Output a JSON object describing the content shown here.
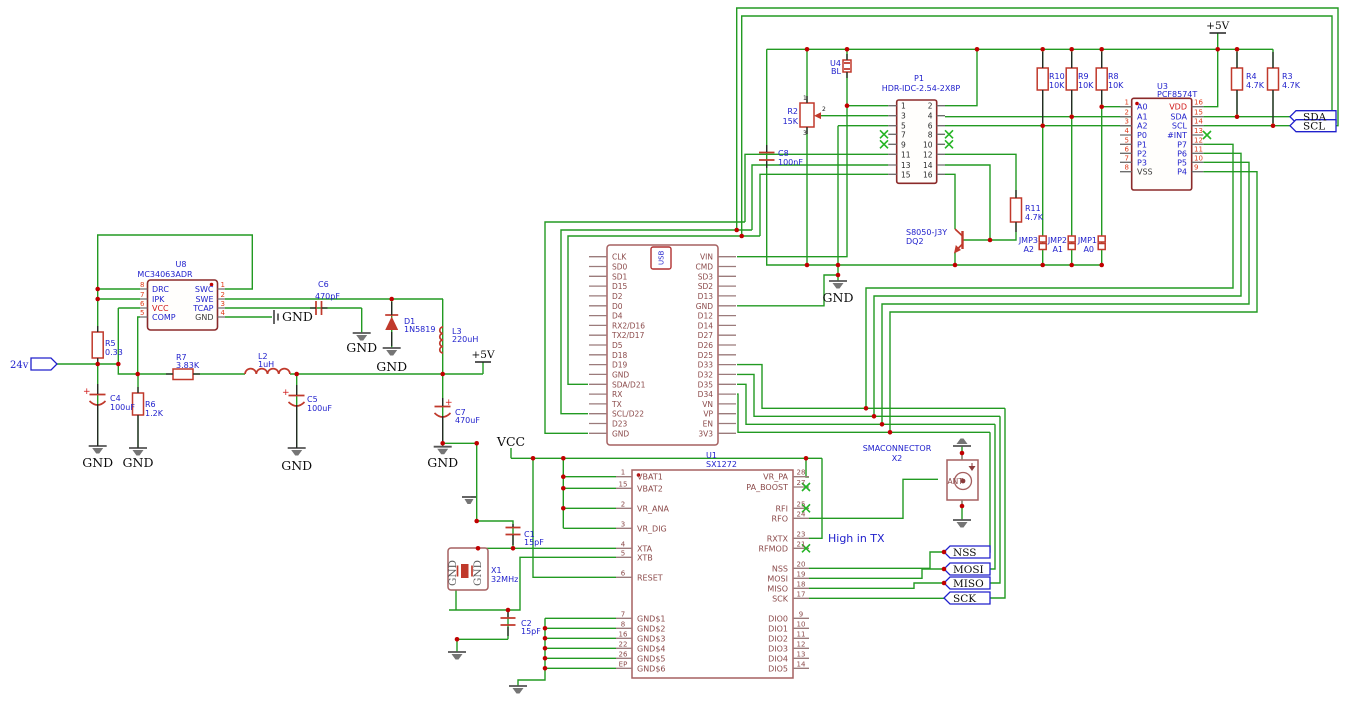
{
  "colors": {
    "wire": "#229a22",
    "junction": "#c00000",
    "body": "#c0392b",
    "ic-stroke": "#8b2a2a",
    "mod-stroke": "#a56060",
    "blue": "#2121cc",
    "pin-red": "#e03a1a",
    "maroon": "#8b4a4a",
    "nc-green": "#25b425",
    "flag-blue": "#2020cc",
    "gnd-gray": "#555555"
  },
  "net_labels": {
    "gnd": "GND",
    "vcc": "VCC",
    "p5v": "+5V"
  },
  "ports": {
    "p24v": "24v",
    "sda": "SDA",
    "scl": "SCL",
    "nss": "NSS",
    "mosi": "MOSI",
    "miso": "MISO",
    "sck": "SCK"
  },
  "note": {
    "high_in_tx": "High in TX"
  },
  "esp": {
    "usb": "USB",
    "left": [
      "CLK",
      "SD0",
      "SD1",
      "D15",
      "D2",
      "D0",
      "D4",
      "RX2/D16",
      "TX2/D17",
      "D5",
      "D18",
      "D19",
      "GND",
      "SDA/D21",
      "RX",
      "TX",
      "SCL/D22",
      "D23",
      "GND"
    ],
    "right": [
      "VIN",
      "CMD",
      "SD3",
      "SD2",
      "D13",
      "GND",
      "D12",
      "D14",
      "D27",
      "D26",
      "D25",
      "D33",
      "D32",
      "D35",
      "D34",
      "VN",
      "VP",
      "EN",
      "3V3"
    ]
  },
  "u8": {
    "ref": "U8",
    "part": "MC34063ADR",
    "n8": "8",
    "n7": "7",
    "n6": "6",
    "n5": "5",
    "drc": "DRC",
    "ipk": "IPK",
    "vcc": "VCC",
    "comp": "COMP",
    "n1": "1",
    "n2": "2",
    "n3": "3",
    "n4": "4",
    "swc": "SWC",
    "swe": "SWE",
    "tcap": "TCAP",
    "gnd": "GND"
  },
  "p1": {
    "ref": "P1",
    "part": "HDR-IDC-2.54-2X8P",
    "left_nums": [
      "1",
      "3",
      "5",
      "7",
      "9",
      "11",
      "13",
      "15"
    ],
    "right_nums": [
      "2",
      "4",
      "6",
      "8",
      "10",
      "12",
      "14",
      "16"
    ]
  },
  "u3": {
    "ref": "U3",
    "part": "PCF8574T",
    "left_nums": [
      "1",
      "2",
      "3",
      "4",
      "5",
      "6",
      "7",
      "8"
    ],
    "right_nums": [
      "16",
      "15",
      "14",
      "13",
      "12",
      "11",
      "10",
      "9"
    ],
    "left_names": [
      "A0",
      "A1",
      "A2",
      "P0",
      "P1",
      "P2",
      "P3"
    ],
    "vss": "VSS",
    "vdd": "VDD",
    "right_names": [
      "SDA",
      "SCL",
      "#INT",
      "P7",
      "P6",
      "P5",
      "P4"
    ]
  },
  "u1": {
    "ref": "U1",
    "part": "SX1272",
    "left_nums": [
      "1",
      "15",
      "2",
      "3",
      "4",
      "5",
      "6",
      "7",
      "8",
      "16",
      "22",
      "26",
      "EP"
    ],
    "left_names": [
      "VBAT1",
      "VBAT2",
      "VR_ANA",
      "VR_DIG",
      "XTA",
      "XTB",
      "RESET",
      "GND$1",
      "GND$2",
      "GND$3",
      "GND$4",
      "GND$5",
      "GND$6"
    ],
    "right_nums": [
      "28",
      "27",
      "25",
      "24",
      "23",
      "21",
      "20",
      "19",
      "18",
      "17",
      "9",
      "10",
      "11",
      "12",
      "13",
      "14"
    ],
    "right_names": [
      "VR_PA",
      "PA_BOOST",
      "RFI",
      "RFO",
      "RXTX",
      "RFMOD",
      "NSS",
      "MOSI",
      "MISO",
      "SCK",
      "DIO0",
      "DIO1",
      "DIO2",
      "DIO3",
      "DIO4",
      "DIO5"
    ]
  },
  "x1": {
    "ref": "X1",
    "value": "32MHz",
    "gnd": "GND"
  },
  "x2": {
    "title": "SMACONNECTOR",
    "ref": "X2",
    "pin": "ANT"
  },
  "u4": {
    "ref": "U4",
    "part": "BL"
  },
  "dq2": {
    "part": "S8050-J3Y",
    "ref": "DQ2"
  },
  "r2": {
    "p1": "1",
    "p2": "2",
    "p3": "3"
  },
  "jumper_labels": [
    "JMP3",
    "A2",
    "JMP2",
    "A1",
    "JMP1",
    "A0"
  ],
  "passive_labels": [
    "R5",
    "0.33",
    "R6",
    "1.2K",
    "R7",
    "3.83K",
    "L2",
    "1uH",
    "C4",
    "100uF",
    "C5",
    "100uF",
    "C6",
    "470pF",
    "D1",
    "1N5819",
    "L3",
    "220uH",
    "C7",
    "470uF",
    "C1",
    "15pF",
    "C2",
    "15pF",
    "C8",
    "100nF",
    "R2",
    "15K",
    "R10",
    "10K",
    "R9",
    "10K",
    "R8",
    "10K",
    "R4",
    "4.7K",
    "R3",
    "4.7K",
    "R11",
    "4.7K"
  ]
}
